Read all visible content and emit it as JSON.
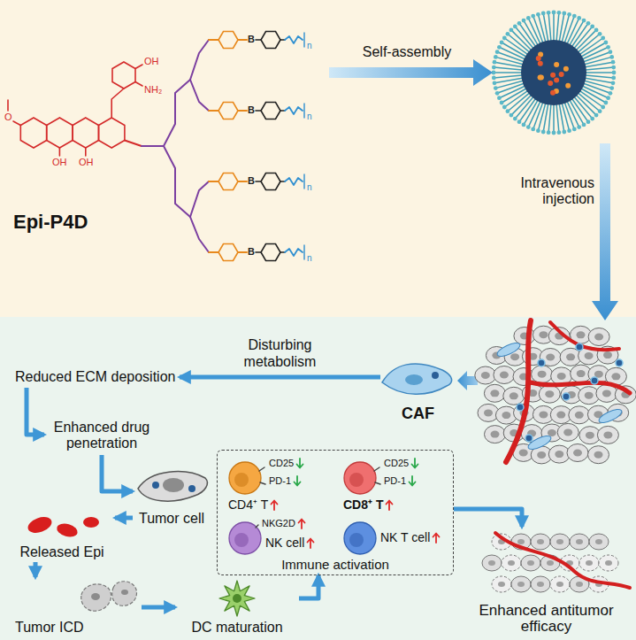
{
  "diagram": {
    "nodes": [
      {
        "text": [
          "CAF"
        ]
      },
      {
        "text": [
          "Reduced ECM deposition"
        ]
      },
      {
        "text": [
          "Enhanced drug penetration"
        ]
      },
      {
        "text": [
          "Tumor cell"
        ]
      },
      {
        "text": [
          "Released Epi"
        ]
      },
      {
        "text": [
          "Tumor ICD"
        ]
      },
      {
        "text": [
          "DC maturation"
        ]
      },
      {
        "text": [
          "Immune activation"
        ]
      },
      {
        "text": [
          "CD25",
          "PD-1",
          "CD4⁺ T"
        ],
        "in": 7
      },
      {
        "text": [
          "CD25",
          "PD-1",
          "CD8⁺ T"
        ],
        "in": 7
      },
      {
        "text": [
          "NKG2D",
          "NK cell"
        ],
        "in": 7
      },
      {
        "text": [
          "NK T cell"
        ],
        "in": 7
      },
      {
        "text": [
          "Enhanced antitumor efficacy"
        ]
      }
    ],
    "edges": [
      {
        "from": 0,
        "to": 1,
        "arrow": "to",
        "label": "Disturbing metabolism"
      },
      {
        "from": 1,
        "to": 2,
        "arrow": "to"
      },
      {
        "from": 2,
        "to": 3,
        "arrow": "to"
      },
      {
        "from": 3,
        "to": 4,
        "arrow": "to"
      },
      {
        "from": 4,
        "to": 5,
        "arrow": "to"
      },
      {
        "from": 5,
        "to": 6,
        "arrow": "to"
      },
      {
        "from": 6,
        "to": 7,
        "arrow": "to"
      },
      {
        "from": 7,
        "to": 12,
        "arrow": "to"
      }
    ],
    "labels": [
      "O",
      "OH",
      "OH",
      "OH",
      "NH₂",
      "B",
      "B",
      "B",
      "B",
      "n",
      "n",
      "n",
      "n",
      "Epi-P4D",
      "Self-assembly",
      "Intravenous injection"
    ]
  }
}
